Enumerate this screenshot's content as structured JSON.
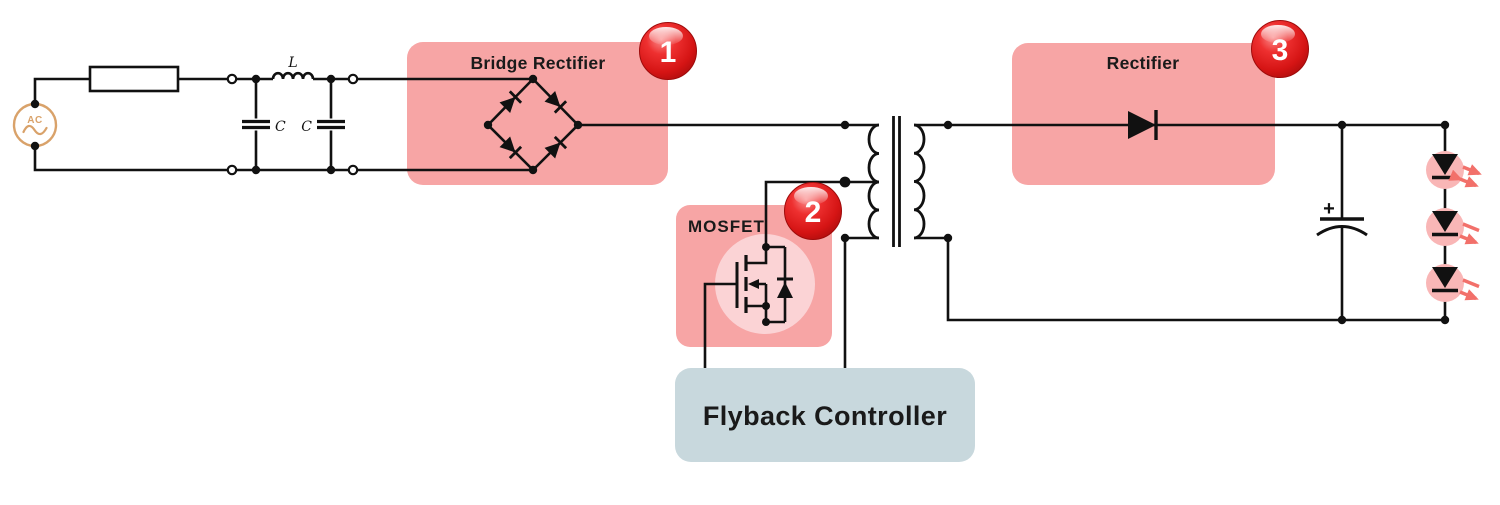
{
  "diagram": {
    "kind": "flyback-led-driver-circuit",
    "background": "#FFFFFF"
  },
  "blocks": {
    "bridge_rectifier": {
      "label": "Bridge Rectifier",
      "badge": "1"
    },
    "mosfet": {
      "label": "MOSFET",
      "badge": "2"
    },
    "rectifier": {
      "label": "Rectifier",
      "badge": "3"
    },
    "flyback_controller": {
      "label": "Flyback Controller"
    }
  },
  "components": {
    "ac_source_label": "AC",
    "inductor_label": "L",
    "filter_cap1_label": "C",
    "filter_cap2_label": "C",
    "output_cap_polarity": "+",
    "led_count": 3
  },
  "colors": {
    "highlight_pink": "#F7A5A5",
    "highlight_pink_light": "#FBD3D5",
    "led_halo_pink": "#F9B6B6",
    "led_arrow_red": "#F2706A",
    "controller_box_blue": "#C8D8DD",
    "badge_red": "#DD1F1F",
    "badge_red_dark": "#A90C0C",
    "ac_source_tan": "#D9A26A",
    "wire_black": "#111111",
    "label_text": "#1A1A1A"
  }
}
